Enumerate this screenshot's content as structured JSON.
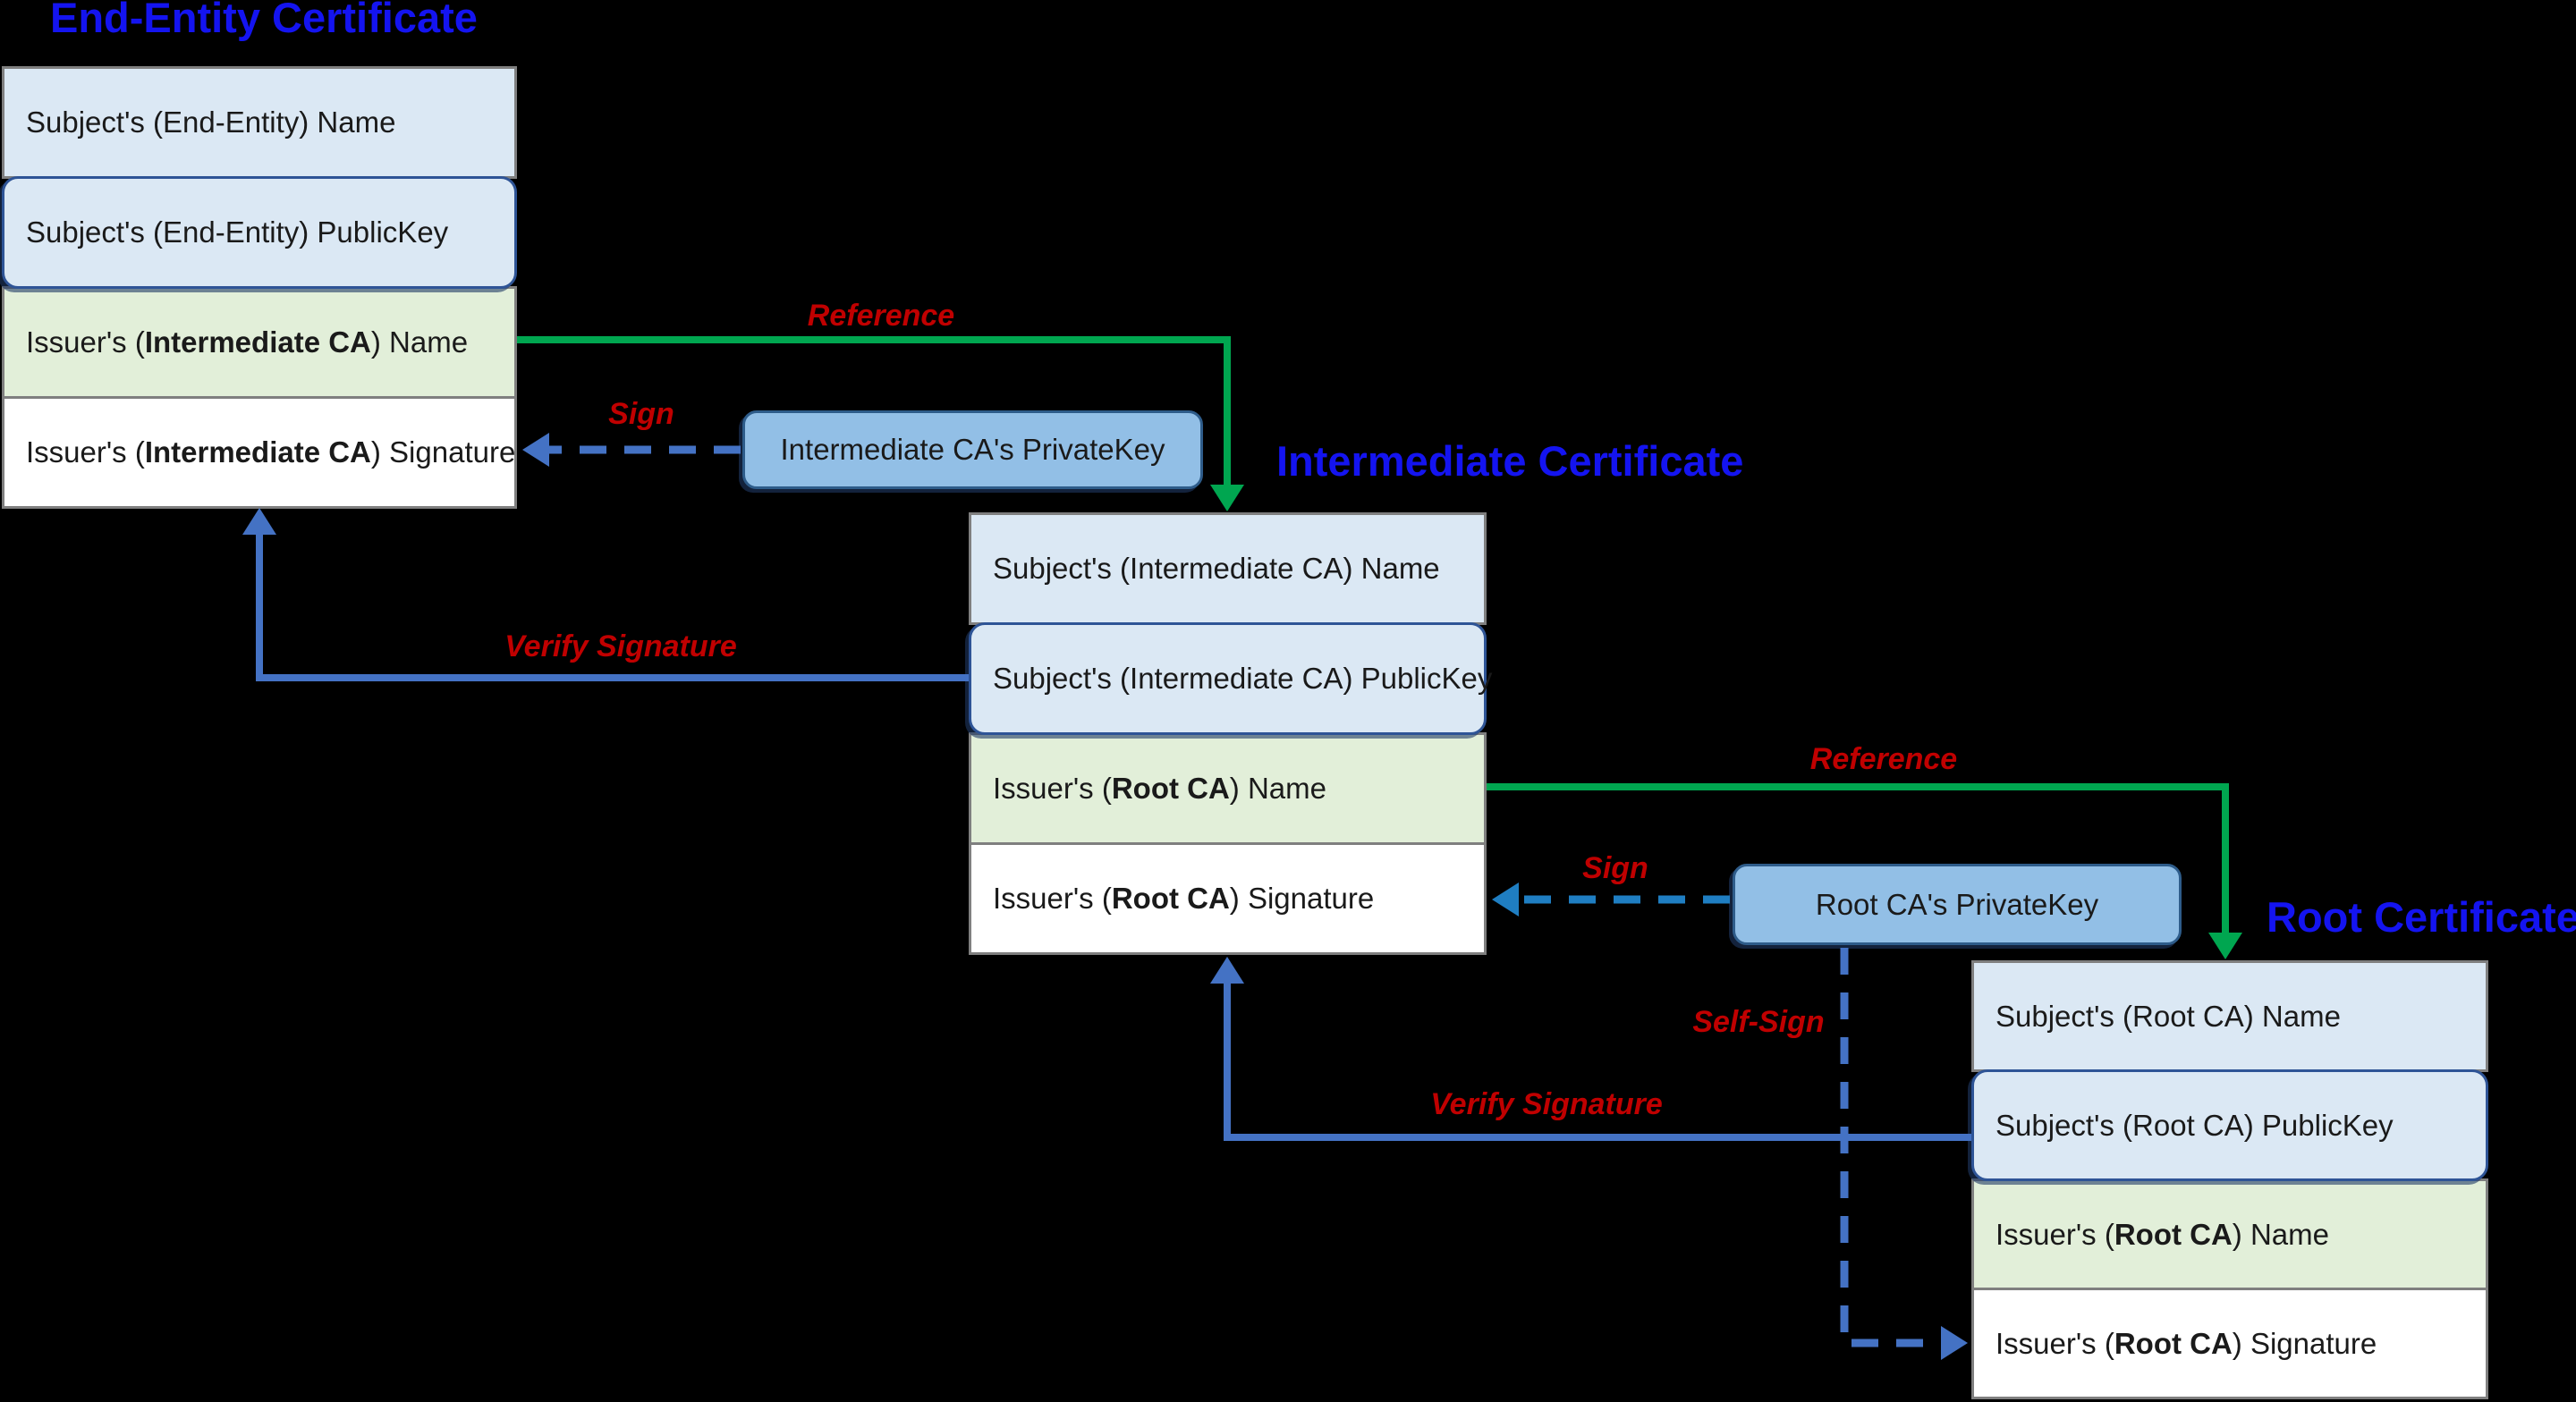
{
  "certificates": [
    {
      "title": "End-Entity Certificate",
      "rows": [
        {
          "prefix": "Subject's (End-Entity) Name",
          "bold": "",
          "suffix": ""
        },
        {
          "prefix": "Subject's (End-Entity) PublicKey",
          "bold": "",
          "suffix": ""
        },
        {
          "prefix": "Issuer's (",
          "bold": "Intermediate CA",
          "suffix": ") Name"
        },
        {
          "prefix": "Issuer's (",
          "bold": "Intermediate CA",
          "suffix": ") Signature"
        }
      ]
    },
    {
      "title": "Intermediate Certificate",
      "rows": [
        {
          "prefix": "Subject's (Intermediate CA) Name",
          "bold": "",
          "suffix": ""
        },
        {
          "prefix": "Subject's (Intermediate CA) PublicKey",
          "bold": "",
          "suffix": ""
        },
        {
          "prefix": "Issuer's (",
          "bold": "Root CA",
          "suffix": ") Name"
        },
        {
          "prefix": "Issuer's (",
          "bold": "Root CA",
          "suffix": ") Signature"
        }
      ]
    },
    {
      "title": "Root Certificate",
      "rows": [
        {
          "prefix": "Subject's (Root CA) Name",
          "bold": "",
          "suffix": ""
        },
        {
          "prefix": "Subject's (Root CA) PublicKey",
          "bold": "",
          "suffix": ""
        },
        {
          "prefix": "Issuer's (",
          "bold": "Root CA",
          "suffix": ") Name"
        },
        {
          "prefix": "Issuer's (",
          "bold": "Root CA",
          "suffix": ") Signature"
        }
      ]
    }
  ],
  "private_keys": [
    {
      "label": "Intermediate CA's PrivateKey"
    },
    {
      "label": "Root CA's PrivateKey"
    }
  ],
  "arrow_labels": {
    "reference1": "Reference",
    "sign1": "Sign",
    "verify1": "Verify Signature",
    "reference2": "Reference",
    "sign2": "Sign",
    "self_sign": "Self-Sign",
    "verify2": "Verify Signature"
  },
  "colors": {
    "background": "#000000",
    "title_blue": "#1414f0",
    "label_red": "#c00000",
    "reference_green": "#00a650",
    "verify_blue": "#4472c4",
    "sign_blue": "#1f7ec2",
    "row_blue_fill": "#dbe8f4",
    "row_green_fill": "#e2efd9",
    "row_white_fill": "#ffffff",
    "table_border_gray": "#7f7f7f",
    "publickey_border": "#2e5496",
    "privatekey_fill": "#92bfe6",
    "privatekey_border": "#2e5c8a"
  }
}
